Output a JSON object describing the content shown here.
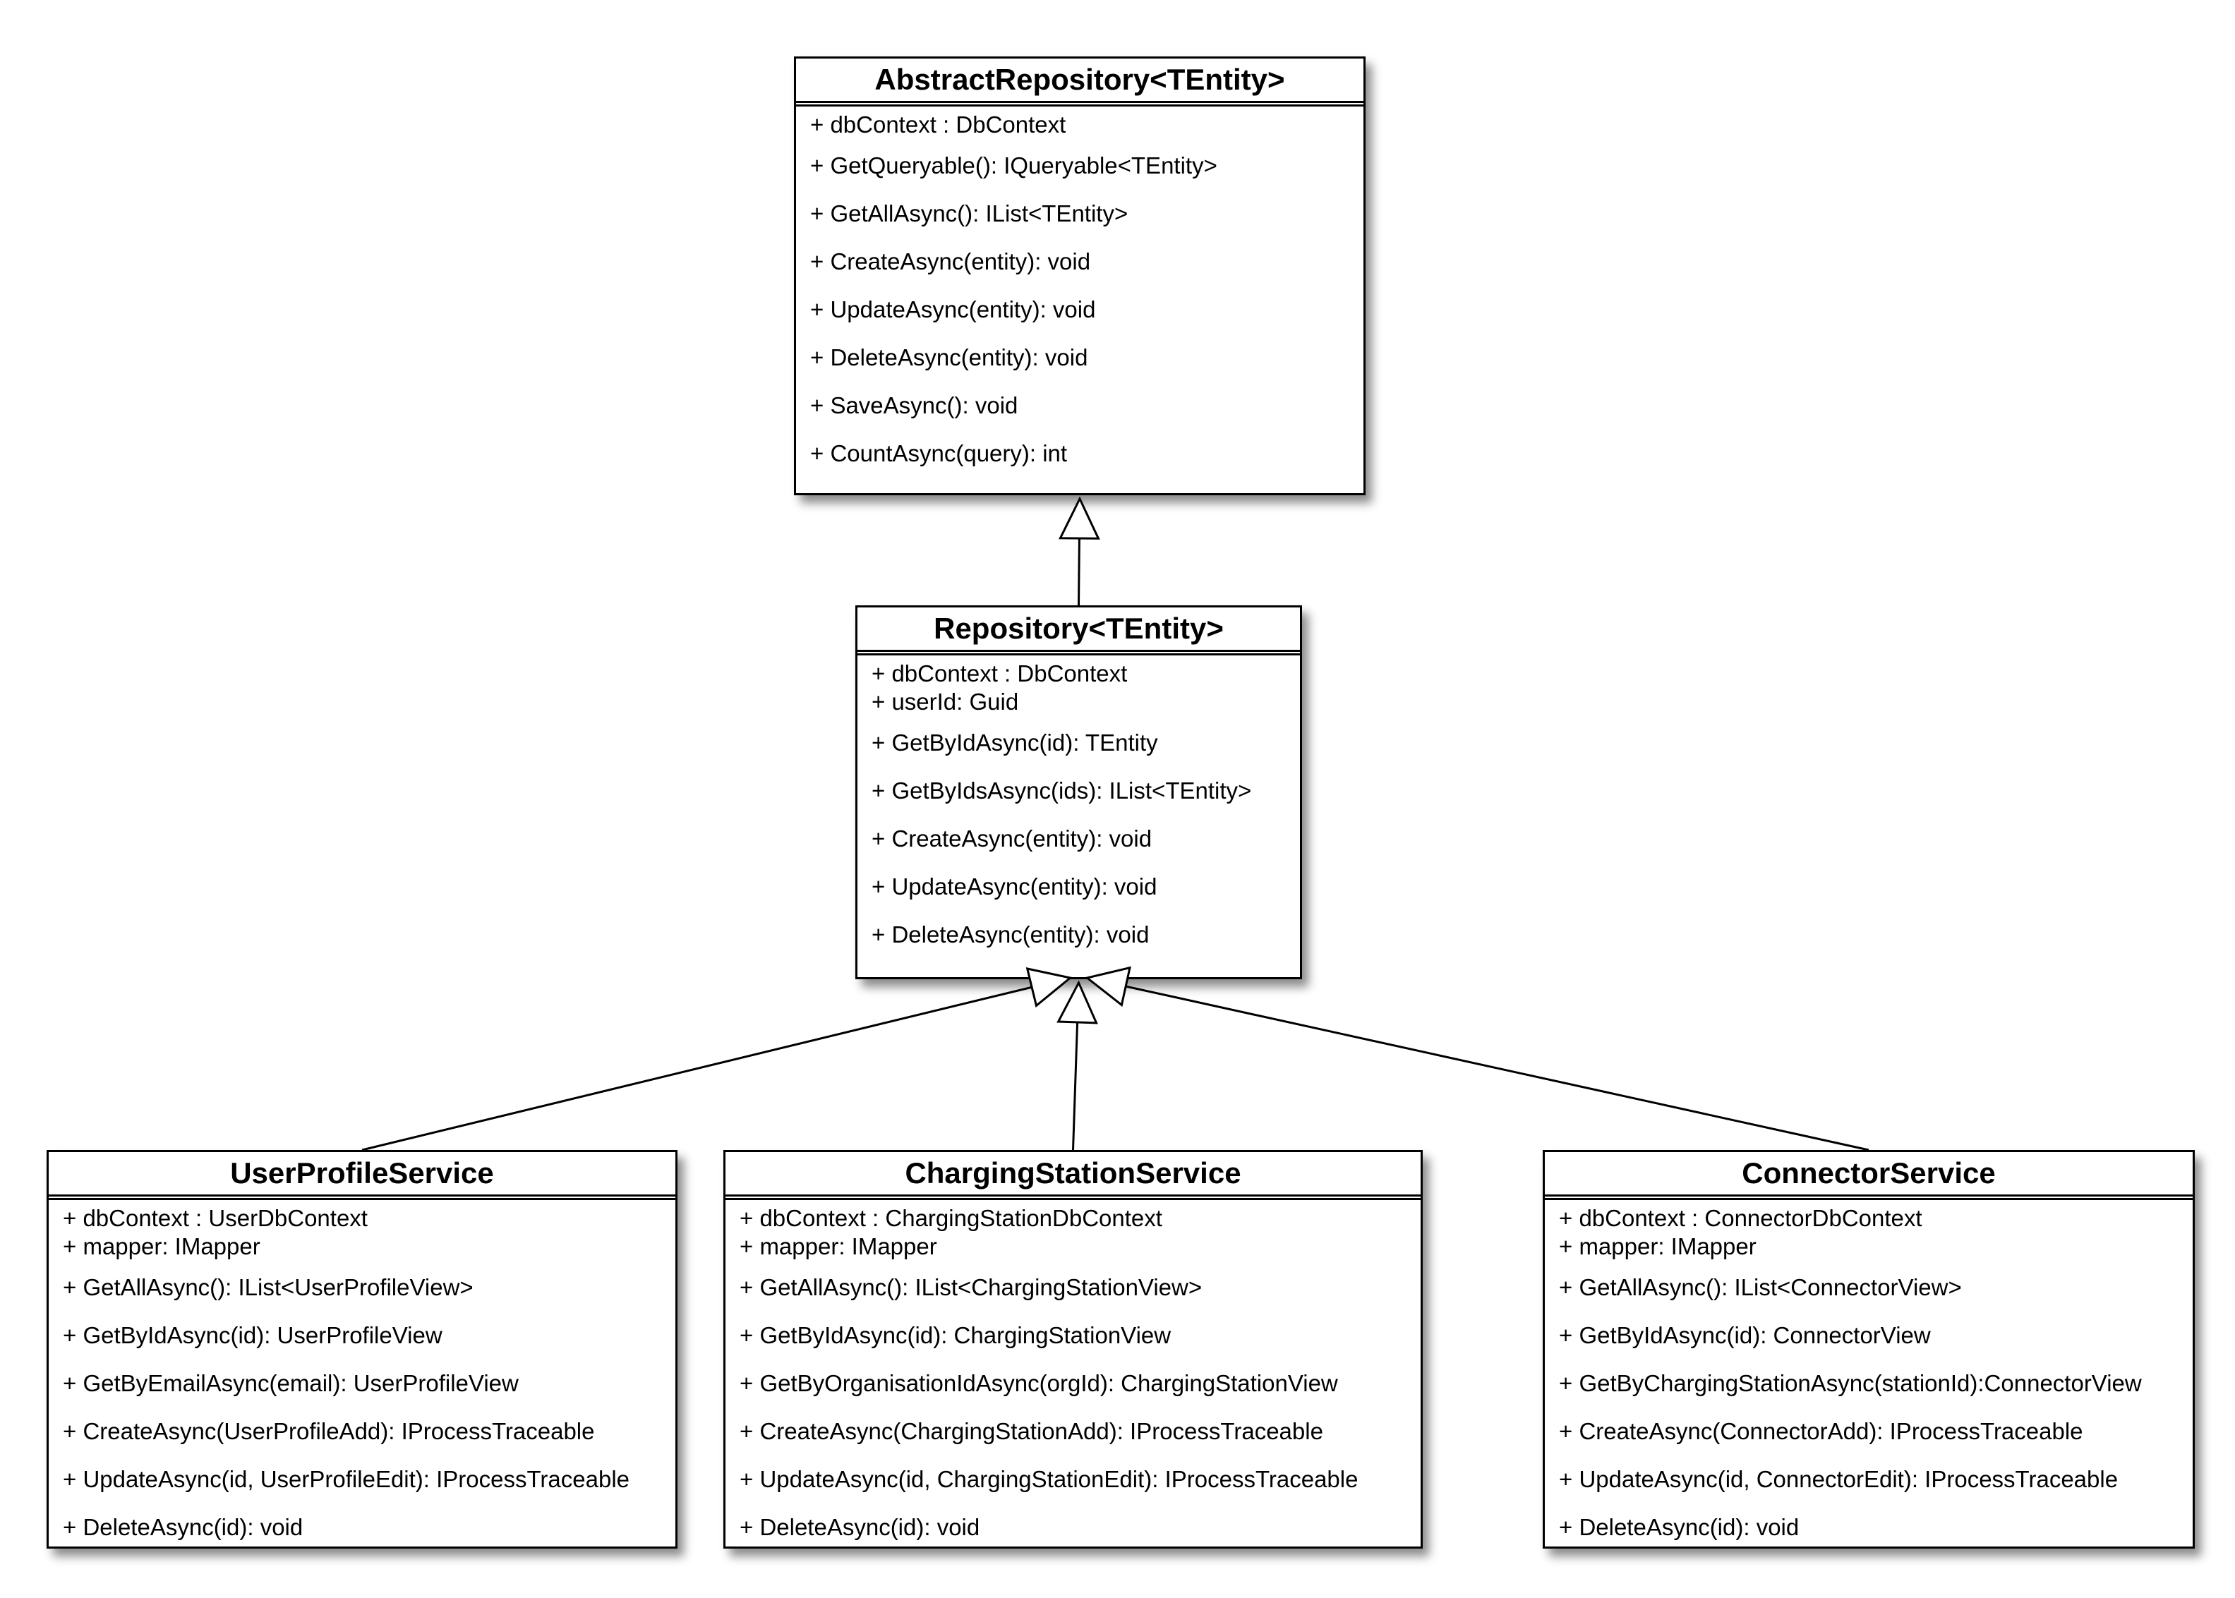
{
  "diagram": {
    "type": "uml-class-diagram",
    "background_color": "#ffffff",
    "box_fill_color": "#ffffff",
    "line_color": "#000000",
    "classes": [
      {
        "id": "abstract-repository",
        "title": "AbstractRepository<TEntity>",
        "attributes": [
          "+ dbContext : DbContext"
        ],
        "methods": [
          "+ GetQueryable(): IQueryable<TEntity>",
          "+ GetAllAsync(): IList<TEntity>",
          "+ CreateAsync(entity): void",
          "+ UpdateAsync(entity): void",
          "+ DeleteAsync(entity): void",
          "+ SaveAsync(): void",
          "+ CountAsync(query): int"
        ]
      },
      {
        "id": "repository",
        "title": "Repository<TEntity>",
        "attributes": [
          "+ dbContext : DbContext",
          "+ userId: Guid"
        ],
        "methods": [
          "+ GetByIdAsync(id): TEntity",
          "+ GetByIdsAsync(ids): IList<TEntity>",
          "+ CreateAsync(entity): void",
          "+ UpdateAsync(entity): void",
          "+ DeleteAsync(entity): void"
        ]
      },
      {
        "id": "user-profile-service",
        "title": "UserProfileService",
        "attributes": [
          "+ dbContext : UserDbContext",
          "+ mapper: IMapper"
        ],
        "methods": [
          "+ GetAllAsync(): IList<UserProfileView>",
          "+ GetByIdAsync(id): UserProfileView",
          "+ GetByEmailAsync(email): UserProfileView",
          "+ CreateAsync(UserProfileAdd): IProcessTraceable",
          "+ UpdateAsync(id, UserProfileEdit): IProcessTraceable",
          "+ DeleteAsync(id): void"
        ]
      },
      {
        "id": "charging-station-service",
        "title": "ChargingStationService",
        "attributes": [
          "+ dbContext : ChargingStationDbContext",
          "+ mapper: IMapper"
        ],
        "methods": [
          "+ GetAllAsync(): IList<ChargingStationView>",
          "+ GetByIdAsync(id): ChargingStationView",
          "+ GetByOrganisationIdAsync(orgId): ChargingStationView",
          "+ CreateAsync(ChargingStationAdd): IProcessTraceable",
          "+ UpdateAsync(id, ChargingStationEdit): IProcessTraceable",
          "+ DeleteAsync(id): void"
        ]
      },
      {
        "id": "connector-service",
        "title": "ConnectorService",
        "attributes": [
          "+ dbContext : ConnectorDbContext",
          "+ mapper: IMapper"
        ],
        "methods": [
          "+ GetAllAsync(): IList<ConnectorView>",
          "+ GetByIdAsync(id): ConnectorView",
          "+ GetByChargingStationAsync(stationId):ConnectorView",
          "+ CreateAsync(ConnectorAdd): IProcessTraceable",
          "+ UpdateAsync(id, ConnectorEdit): IProcessTraceable",
          "+ DeleteAsync(id): void"
        ]
      }
    ],
    "edges": [
      {
        "from": "repository",
        "to": "abstract-repository",
        "type": "generalization"
      },
      {
        "from": "user-profile-service",
        "to": "repository",
        "type": "generalization"
      },
      {
        "from": "charging-station-service",
        "to": "repository",
        "type": "generalization"
      },
      {
        "from": "connector-service",
        "to": "repository",
        "type": "generalization"
      }
    ]
  }
}
